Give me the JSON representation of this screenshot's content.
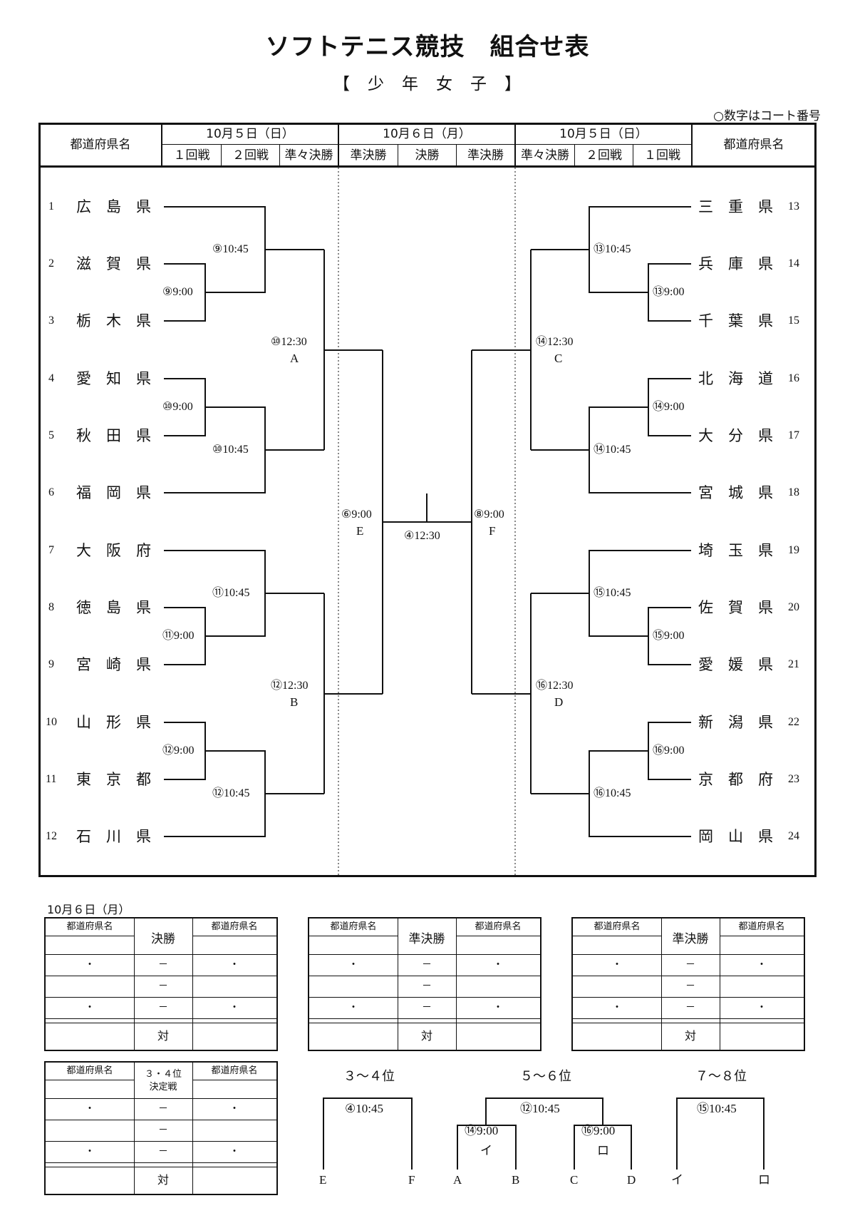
{
  "title": "ソフトテニス競技　組合せ表",
  "subtitle": "【　少　年　女　子　】",
  "note": "○数字はコート番号",
  "header": {
    "pref_label": "都道府県名",
    "date_left": "10月５日（日）",
    "date_center": "10月６日（月）",
    "date_right": "10月５日（日）",
    "rounds_left": [
      "１回戦",
      "２回戦",
      "準々決勝"
    ],
    "rounds_center": [
      "準決勝",
      "決勝",
      "準決勝"
    ],
    "rounds_right": [
      "準々決勝",
      "２回戦",
      "１回戦"
    ]
  },
  "teams_left": [
    {
      "no": "1",
      "name": "広　島　県"
    },
    {
      "no": "2",
      "name": "滋　賀　県"
    },
    {
      "no": "3",
      "name": "栃　木　県"
    },
    {
      "no": "4",
      "name": "愛　知　県"
    },
    {
      "no": "5",
      "name": "秋　田　県"
    },
    {
      "no": "6",
      "name": "福　岡　県"
    },
    {
      "no": "7",
      "name": "大　阪　府"
    },
    {
      "no": "8",
      "name": "徳　島　県"
    },
    {
      "no": "9",
      "name": "宮　崎　県"
    },
    {
      "no": "10",
      "name": "山　形　県"
    },
    {
      "no": "11",
      "name": "東　京　都"
    },
    {
      "no": "12",
      "name": "石　川　県"
    }
  ],
  "teams_right": [
    {
      "no": "13",
      "name": "三　重　県"
    },
    {
      "no": "14",
      "name": "兵　庫　県"
    },
    {
      "no": "15",
      "name": "千　葉　県"
    },
    {
      "no": "16",
      "name": "北　海　道"
    },
    {
      "no": "17",
      "name": "大　分　県"
    },
    {
      "no": "18",
      "name": "宮　城　県"
    },
    {
      "no": "19",
      "name": "埼　玉　県"
    },
    {
      "no": "20",
      "name": "佐　賀　県"
    },
    {
      "no": "21",
      "name": "愛　媛　県"
    },
    {
      "no": "22",
      "name": "新　潟　県"
    },
    {
      "no": "23",
      "name": "京　都　府"
    },
    {
      "no": "24",
      "name": "岡　山　県"
    }
  ],
  "matches": {
    "l_r1_a": "⑨9:00",
    "l_r2_a": "⑨10:45",
    "l_r1_b": "⑩9:00",
    "l_r2_b": "⑩10:45",
    "l_r1_c": "⑪9:00",
    "l_r2_c": "⑪10:45",
    "l_r1_d": "⑫9:00",
    "l_r2_d": "⑫10:45",
    "l_qf_a": "⑩12:30",
    "l_qf_a_letter": "A",
    "l_qf_b": "⑫12:30",
    "l_qf_b_letter": "B",
    "sf_left": "⑥9:00",
    "sf_left_letter": "E",
    "final": "④12:30",
    "sf_right": "⑧9:00",
    "sf_right_letter": "F",
    "r_qf_c": "⑭12:30",
    "r_qf_c_letter": "C",
    "r_qf_d": "⑯12:30",
    "r_qf_d_letter": "D",
    "r_r2_a": "⑬10:45",
    "r_r1_a": "⑬9:00",
    "r_r1_b": "⑭9:00",
    "r_r2_b": "⑭10:45",
    "r_r2_c": "⑮10:45",
    "r_r1_c": "⑮9:00",
    "r_r1_d": "⑯9:00",
    "r_r2_d": "⑯10:45"
  },
  "lower": {
    "date": "10月６日（月）",
    "pref_label": "都道府県名",
    "vs": "対",
    "dot": "・",
    "dash": "－",
    "score_tables": [
      {
        "title": "決勝"
      },
      {
        "title": "準決勝"
      },
      {
        "title": "準決勝"
      },
      {
        "title": "３・４位\n決定戦"
      }
    ],
    "place_34": {
      "label": "３～４位",
      "time": "④10:45",
      "left": "E",
      "right": "F"
    },
    "place_56": {
      "label": "５～６位",
      "time": "⑫10:45",
      "sub_left": {
        "time": "⑭9:00",
        "mark": "イ",
        "a": "A",
        "b": "B"
      },
      "sub_right": {
        "time": "⑯9:00",
        "mark": "ロ",
        "a": "C",
        "b": "D"
      }
    },
    "place_78": {
      "label": "７～８位",
      "time": "⑮10:45",
      "left": "イ",
      "right": "ロ"
    }
  }
}
